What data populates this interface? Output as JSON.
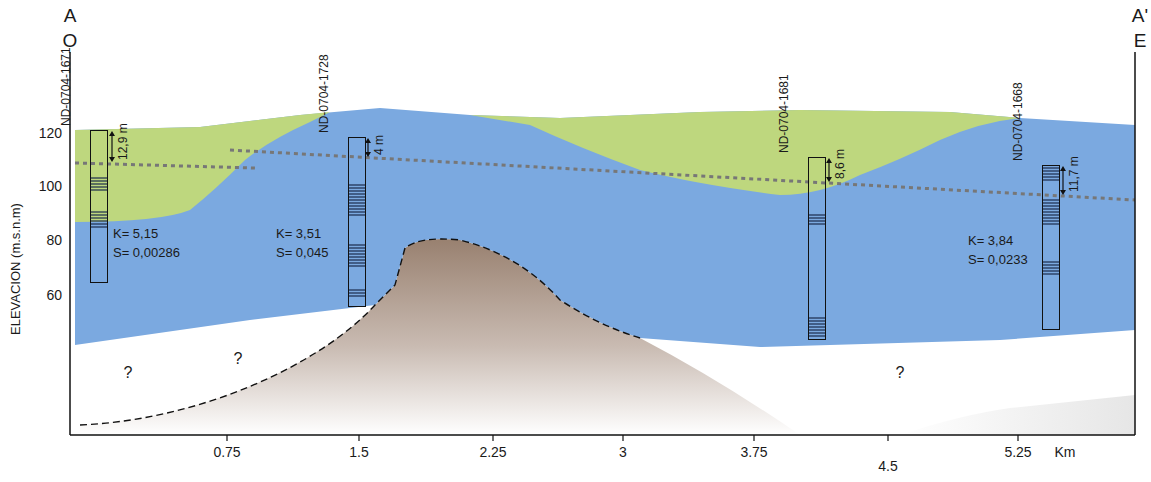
{
  "diagram": {
    "nodes": [
      {
        "text": [
          "ND-0704-1671"
        ]
      },
      {
        "text": [
          "ND-0704-1728"
        ]
      },
      {
        "text": [
          "ND-0704-1681"
        ]
      },
      {
        "text": [
          "ND-0704-1668"
        ]
      }
    ],
    "labels": [
      "A",
      "O",
      "A'",
      "E",
      "ELEVACION (m.s.n.m)",
      "120",
      "100",
      "80",
      "60",
      "12,9 m",
      "4 m",
      "8,6 m",
      "11,7 m",
      "K= 5,15",
      "S= 0,00286",
      "K= 3,51",
      "S= 0,045",
      "K= 3,84",
      "S= 0,0233",
      "?",
      "?",
      "?",
      "0.75",
      "1.5",
      "2.25",
      "3",
      "3.75",
      "4.5",
      "5.25",
      "Km"
    ]
  }
}
